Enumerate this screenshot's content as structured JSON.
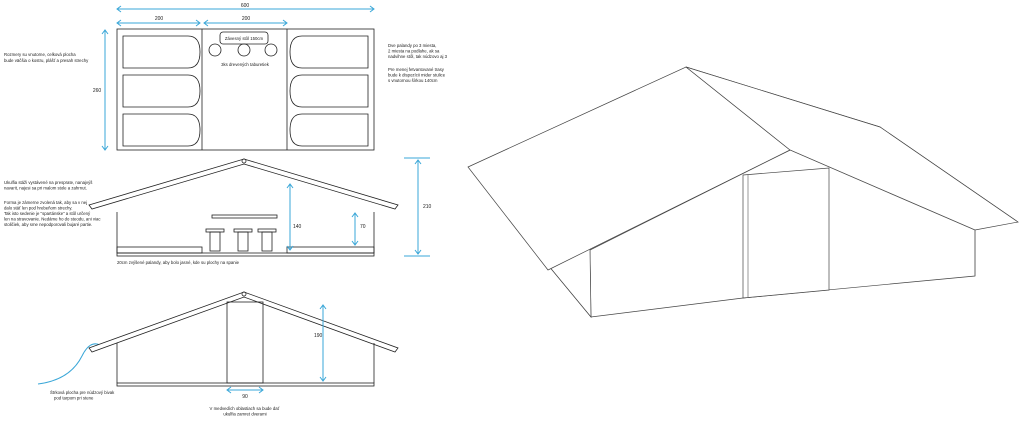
{
  "plan": {
    "dim_total_width": "600",
    "dim_left_width": "200",
    "dim_middle_width": "200",
    "dim_height": "260",
    "table_label": "Závesný stôl 150cm",
    "stools_label": "3ks drevených taburetiek",
    "note_left": [
      "Rozmery su vnutorne, celková plocha",
      "bude väčšia o kostru, plášť a presah strechy"
    ],
    "note_right_1": [
      "Dve palandy po 3 miesta,",
      "2 miesta na podlahe, ak sa",
      "nadvihne stôl, tak núdzovo aj 3"
    ],
    "note_right_2": [
      "Pre menej fetvantované trasy",
      "bude k dispozícii mider stulice",
      "s vnutornou šírkou 140cm"
    ]
  },
  "section": {
    "dim_ridge": "210",
    "dim_inner": "140",
    "dim_bench": "70",
    "note_left_1": [
      "Ukulfia stáži vystávené na presprate, nanajvýš",
      "navarit, najesi sa pri malom stole a zahrnut."
    ],
    "note_left_2": [
      "Forma je zámerne zvolená tak, aby sa v nej",
      "dalo stáť len pod hrebeňom strechy.",
      "Tak isto sedenie je \"spartánske\" a stôl určený",
      "len na stravovanie. Nedáme ho do steodu, ani viac",
      "stoličiek, aby sme nepodporovali bujaré partie."
    ],
    "note_bottom": "20cm zvýšené palandy, aby bolo jasné, kde su plochy na spanie"
  },
  "elevation": {
    "dim_door_height": "190",
    "dim_door_width": "90",
    "note_left": [
      "Štrková plocha pre núdzový bivak",
      "pod tarpom pri stene"
    ],
    "note_bottom": [
      "V medvedích oblastiach sa bude dať",
      "ukulfia zamret dverami"
    ]
  },
  "colors": {
    "dimension": "#3aa7d8",
    "ink": "#222222"
  }
}
